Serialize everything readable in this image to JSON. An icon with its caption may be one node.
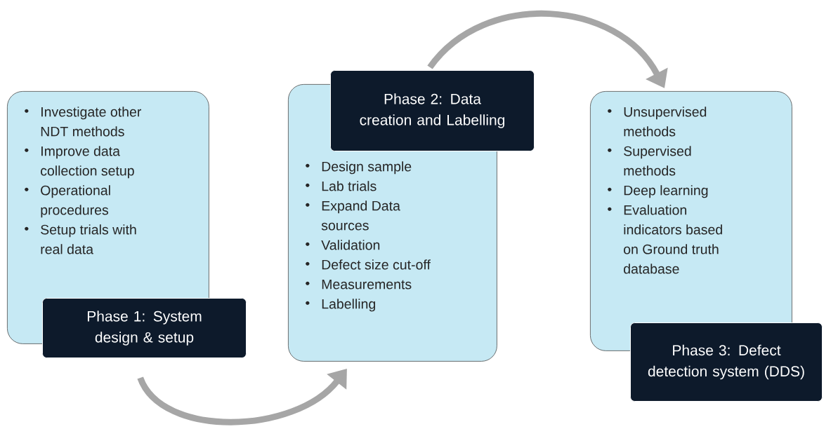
{
  "diagram": {
    "nodes": [
      {
        "text": [
          "Investigate other NDT methods",
          "Improve data collection  setup",
          "Operational procedures",
          "Setup trials with real data"
        ]
      },
      {
        "text": [
          "Phase 1: System design & setup"
        ]
      },
      {
        "text": [
          "Design sample",
          "Lab trials",
          "Expand Data sources",
          "Validation",
          "Defect size cut-off",
          "Measurements",
          "Labelling"
        ]
      },
      {
        "text": [
          "Phase 2: Data creation and Labelling"
        ]
      },
      {
        "text": [
          "Unsupervised methods",
          "Supervised methods",
          "Deep learning",
          "Evaluation indicators based on Ground truth database"
        ]
      },
      {
        "text": [
          "Phase 3: Defect detection system (DDS)"
        ]
      }
    ],
    "edges": [
      {
        "from": 1,
        "to": 2,
        "arrow": "to"
      },
      {
        "from": 3,
        "to": 4,
        "arrow": "to"
      }
    ]
  }
}
